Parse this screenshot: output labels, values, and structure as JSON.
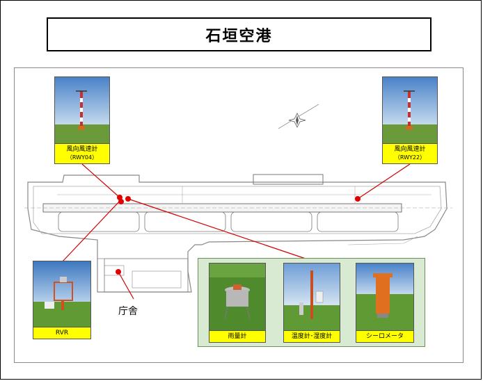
{
  "title": "石垣空港",
  "building_label": "庁舎",
  "photos": {
    "anemometer_04": {
      "name": "風向風速計",
      "sub": "（RWY04）"
    },
    "anemometer_22": {
      "name": "風向風速計",
      "sub": "（RWY22）"
    },
    "rvr": {
      "name": "RVR"
    },
    "rain_gauge": {
      "name": "雨量計"
    },
    "thermo_hygrometer": {
      "name": "温度計･湿度計"
    },
    "ceilometer": {
      "name": "シーロメータ"
    }
  },
  "colors": {
    "label_bg": "#ffff00",
    "marker": "#e00000",
    "panel_bg": "#d9ead3"
  }
}
